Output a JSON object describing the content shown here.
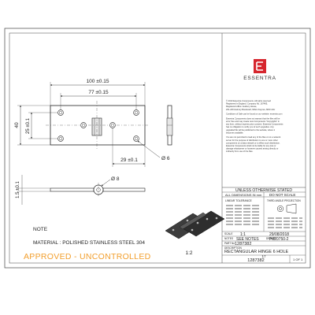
{
  "drawing": {
    "dims": {
      "overall_length": "100 ±0.15",
      "hole_spacing": "77 ±0.15",
      "height": "40",
      "hole_pitch_v": "25 ±0.1",
      "edge_offset": "29 ±0.1",
      "hole_dia": "Ø 6",
      "pin_dia": "Ø 8",
      "thickness": "1.5 ±0.1",
      "scale": "1:2"
    },
    "note_title": "NOTE",
    "note_material": "MATERIAL : POLISHED STAINLESS STEEL 304",
    "approved": "APPROVED - UNCONTROLLED"
  },
  "titleblock": {
    "company": "ESSENTRA",
    "legal_lines": [
      "© 2019 Essentra Components, All rights reserved",
      "Registered in England. Company No. 167495,",
      "Registered office: Avebury House,",
      "201-249 Avebury Boulevard, Milton Keynes, MK9 1AU",
      "",
      "Conditions of Sale can be found on our website: essentra.com",
      "",
      "Essentra Components does not warrant that the files will be",
      "error free and may create new Components \"Copyrights\" in",
      "any form, without express prior consent. Essentra Components",
      "has no obligation to notify you of such upgrades. Any",
      "upgraded file will be published to the website, where it",
      "becomes available.",
      "",
      "You are not permitted to load any of the files on to a network",
      "server for the purpose of distribution to one or more other",
      "components on a data network or to effect such distribution.",
      "Essentra Components shall not be liable for any loss or",
      "damage whatsoever or however caused arising directly or",
      "indirectly from use of the files."
    ],
    "unless_stated": "UNLESS OTHERWISE STATED",
    "all_dims": "ALL DIMENSIONS IN mm",
    "do_not_scale": "DO NOT SCALE",
    "linear_tol": "LINEAR TOLERANCE",
    "third_angle": "THIRD ANGLE PROJECTION",
    "scale_label": "SCALE",
    "scale_value": "1:1",
    "notes_label": "NOTES",
    "notes_value": "SEE NOTES",
    "drawn_label": "DRAWN",
    "drawn_value": "P020750-2",
    "date_value": "29/08/2018",
    "part_label": "PART No",
    "part_value": "1287382",
    "desc_label": "DESCRIPTION",
    "desc_value": "RECTANGULAR HINGE 6 HOLE",
    "desc_sub": "17",
    "dwg_number": "1287382",
    "sheet": "1 OF 1"
  }
}
